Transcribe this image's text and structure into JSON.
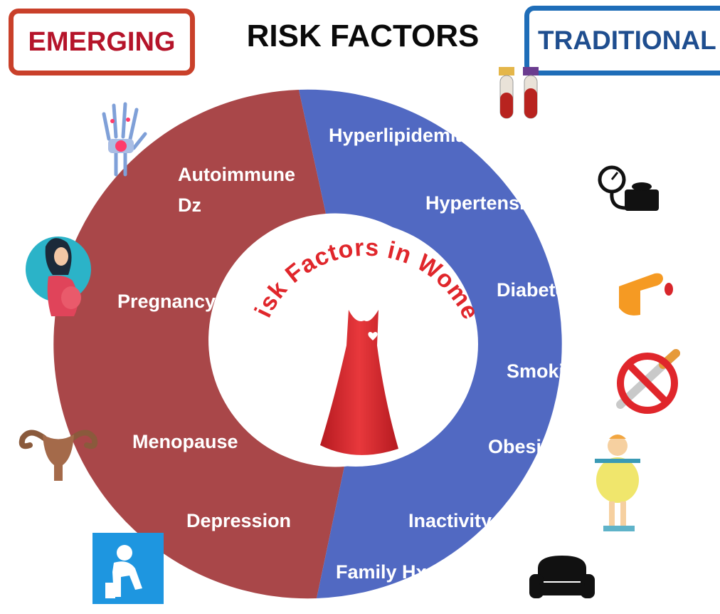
{
  "header": {
    "emerging_label": "EMERGING",
    "title": "RISK FACTORS",
    "traditional_label": "TRADITIONAL"
  },
  "center": {
    "arc_text": "Risk Factors in Women"
  },
  "emerging_factors": [
    {
      "label_line1": "Autoimmune",
      "label_line2": "Dz",
      "icon": "hand-joints-icon"
    },
    {
      "label_line1": "Pregnancy",
      "icon": "pregnant-woman-icon"
    },
    {
      "label_line1": "Menopause",
      "icon": "uterus-icon"
    },
    {
      "label_line1": "Depression",
      "icon": "depressed-person-icon"
    }
  ],
  "traditional_factors": [
    {
      "label": "Hyperlipidemia",
      "icon": "blood-tubes-icon"
    },
    {
      "label": "Hypertension",
      "icon": "blood-pressure-cuff-icon"
    },
    {
      "label": "Diabetes",
      "icon": "finger-prick-icon"
    },
    {
      "label": "Smoking",
      "icon": "no-smoking-icon"
    },
    {
      "label": "Obesity",
      "icon": "scale-person-icon"
    },
    {
      "label": "Inactivity",
      "icon": "couch-icon"
    },
    {
      "label": "Family Hx"
    }
  ],
  "colors": {
    "emerging_segment": "#a94749",
    "traditional_segment": "#5169c2",
    "emerging_border": "#c9402a",
    "traditional_border": "#1e6db8",
    "dress": "#d9262b"
  }
}
